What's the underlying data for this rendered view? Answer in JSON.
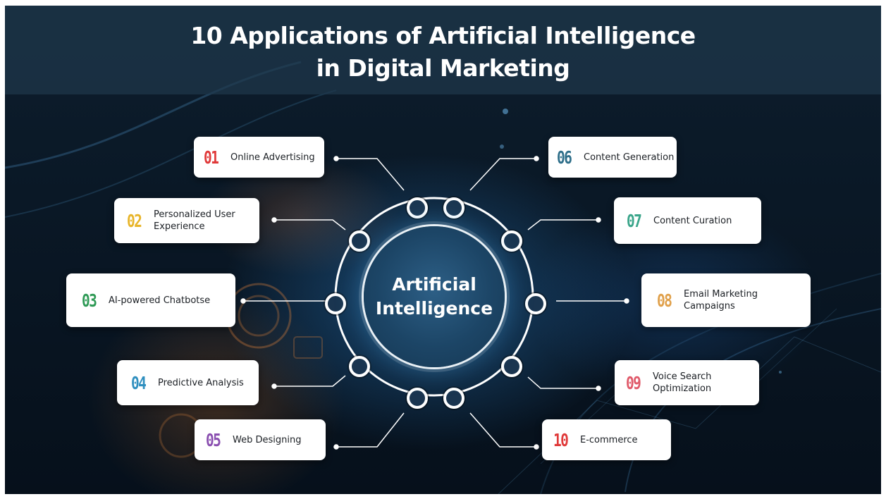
{
  "title": {
    "line1": "10 Applications of Artificial Intelligence",
    "line2": "in Digital Marketing"
  },
  "hub": {
    "line1": "Artificial",
    "line2": "Intelligence"
  },
  "items": [
    {
      "number": "01",
      "label": "Online Advertising",
      "color": "#e03a3a"
    },
    {
      "number": "02",
      "label": "Personalized User Experience",
      "color": "#e8b52a"
    },
    {
      "number": "03",
      "label": "AI-powered Chatbotse",
      "color": "#2f9a56"
    },
    {
      "number": "04",
      "label": "Predictive Analysis",
      "color": "#2f8fbf"
    },
    {
      "number": "05",
      "label": "Web Designing",
      "color": "#8a4fb0"
    },
    {
      "number": "06",
      "label": "Content Generation",
      "color": "#2f6f8a"
    },
    {
      "number": "07",
      "label": "Content Curation",
      "color": "#3aa58a"
    },
    {
      "number": "08",
      "label": "Email Marketing Campaigns",
      "color": "#e0a04a"
    },
    {
      "number": "09",
      "label": "Voice Search Optimization",
      "color": "#e05a6a"
    },
    {
      "number": "10",
      "label": "E-commerce",
      "color": "#e03a3a"
    }
  ]
}
